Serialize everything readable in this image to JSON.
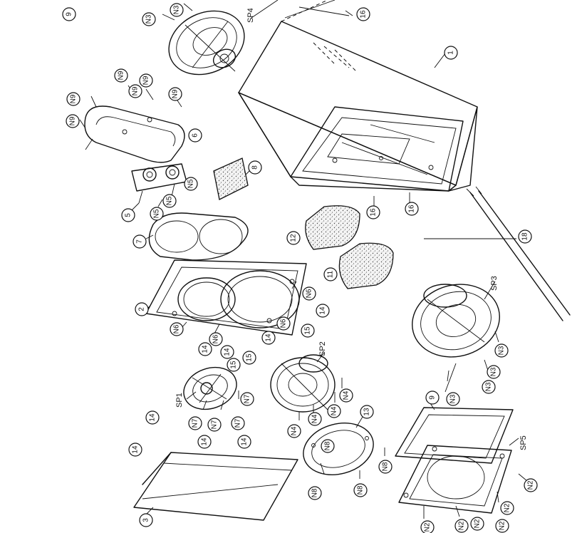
{
  "labels": {
    "sp1": "SP1",
    "sp2": "SP2",
    "sp3": "SP3",
    "sp4": "SP4",
    "sp5": "SP5",
    "n2": "N2",
    "n3": "N3",
    "n4": "N4",
    "n5": "N5",
    "n6": "N6",
    "n7": "N7",
    "n8": "N8",
    "n9": "N9",
    "p1": "1",
    "p2": "2",
    "p3": "3",
    "p5": "5",
    "p6": "6",
    "p7": "7",
    "p8": "8",
    "p9": "9",
    "p11": "11",
    "p12": "12",
    "p13": "13",
    "p14": "14",
    "p15": "15",
    "p16": "16",
    "p18": "18"
  }
}
